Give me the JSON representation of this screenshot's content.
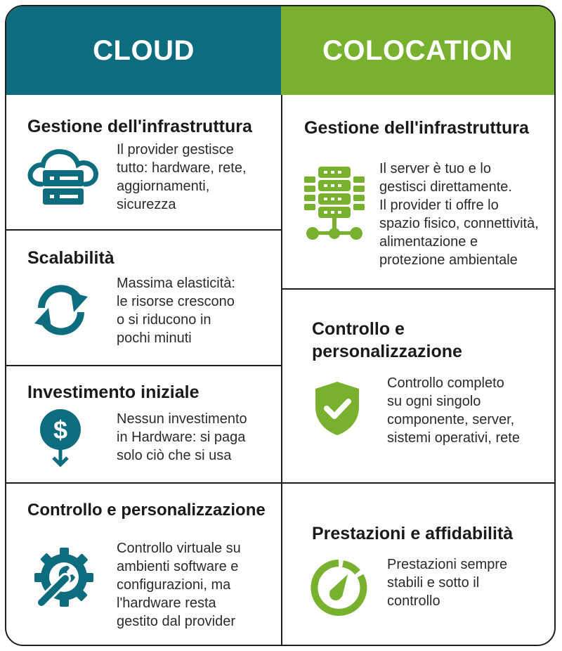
{
  "colors": {
    "cloud": "#0e6c7f",
    "colocation": "#78b12e",
    "border": "#1e1e1e"
  },
  "header": {
    "cloud": "CLOUD",
    "colocation": "COLOCATION"
  },
  "cloud": [
    {
      "title": "Gestione dell'infrastruttura",
      "text": "Il provider gestisce\ntutto: hardware, rete,\naggiornamenti,\nsicurezza",
      "icon": "cloud-server-icon"
    },
    {
      "title": "Scalabilità",
      "text": "Massima elasticità:\nle risorse crescono\no si riducono in\npochi minuti",
      "icon": "refresh-icon"
    },
    {
      "title": "Investimento iniziale",
      "text": "Nessun investimento\nin Hardware: si paga\nsolo ciò che si usa",
      "icon": "dollar-down-icon"
    },
    {
      "title": "Controllo e personalizzazione",
      "text": "Controllo virtuale su\nambienti software e\nconfigurazioni, ma\nl'hardware resta\ngestito dal provider",
      "icon": "wrench-gear-icon"
    }
  ],
  "colocation": [
    {
      "title": "Gestione dell'infrastruttura",
      "text": "Il server è tuo e lo\ngestisci direttamente.\nIl provider ti offre lo\nspazio fisico, connettività,\nalimentazione e\nprotezione ambientale",
      "icon": "server-network-icon"
    },
    {
      "title": "Controllo e\npersonalizzazione",
      "text": "Controllo completo\nsu ogni singolo\ncomponente, server,\nsistemi operativi, rete",
      "icon": "shield-check-icon"
    },
    {
      "title": "Prestazioni e affidabilità",
      "text": "Prestazioni sempre\nstabili e sotto il\ncontrollo",
      "icon": "gauge-icon"
    }
  ]
}
